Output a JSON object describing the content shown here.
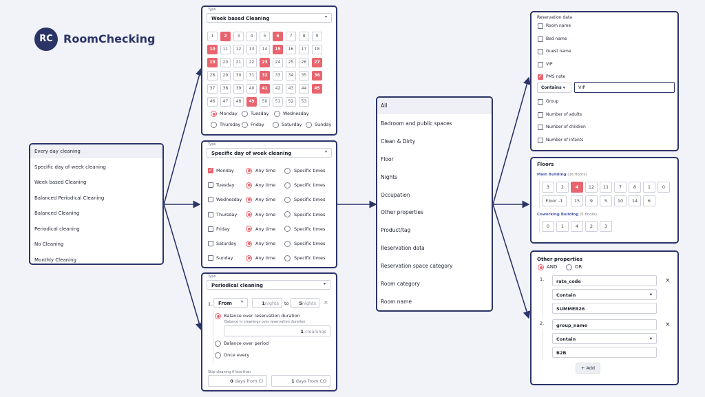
{
  "brand": {
    "initials": "RC",
    "name": "RoomChecking",
    "color": "#2b3467",
    "accent": "#e8646f"
  },
  "types": [
    "Every day cleaning",
    "Specific day of week cleaning",
    "Week based Cleaning",
    "Balanced Periodical Cleaning",
    "Balanced Cleaning",
    "Periodical cleaning",
    "No Cleaning",
    "Monthly Cleaning"
  ],
  "week_panel": {
    "type_label": "Type",
    "type_value": "Week based Cleaning",
    "weeks": [
      "1",
      "2",
      "3",
      "4",
      "5",
      "6",
      "7",
      "8",
      "9",
      "10",
      "11",
      "12",
      "13",
      "14",
      "15",
      "16",
      "17",
      "18",
      "19",
      "20",
      "21",
      "22",
      "23",
      "24",
      "25",
      "26",
      "27",
      "28",
      "29",
      "30",
      "31",
      "32",
      "33",
      "34",
      "35",
      "36",
      "37",
      "38",
      "39",
      "40",
      "41",
      "42",
      "43",
      "44",
      "45",
      "46",
      "47",
      "48",
      "49",
      "50",
      "51",
      "52",
      "53"
    ],
    "selected_weeks": [
      2,
      6,
      10,
      15,
      19,
      23,
      27,
      32,
      36,
      41,
      45,
      49
    ],
    "days": [
      "Monday",
      "Tuesday",
      "Wednesday",
      "Thursday",
      "Friday",
      "Saturday",
      "Sunday"
    ],
    "selected_day": "Monday"
  },
  "dow_panel": {
    "type_label": "Type",
    "type_value": "Specific day of week cleaning",
    "rows": [
      {
        "day": "Monday",
        "checked": true
      },
      {
        "day": "Tuesday",
        "checked": false
      },
      {
        "day": "Wednesday",
        "checked": false
      },
      {
        "day": "Thursday",
        "checked": false
      },
      {
        "day": "Friday",
        "checked": false
      },
      {
        "day": "Saturday",
        "checked": false
      },
      {
        "day": "Sunday",
        "checked": false
      }
    ],
    "any_time": "Any time",
    "specific_times": "Specific times"
  },
  "periodical_panel": {
    "type_label": "Type",
    "type_value": "Periodical cleaning",
    "row_number": "1.",
    "from": "From",
    "from_nights": "1",
    "nights_unit": "nights",
    "to": "to",
    "to_nights": "5",
    "remove": "×",
    "opt_balance_reservation": "Balance over reservation duration",
    "hint": "Balance nr cleanings over reservation duration",
    "cleanings_value": "1",
    "cleanings_unit": "cleanings",
    "opt_balance_period": "Balance over period",
    "opt_once": "Once every",
    "skip_label": "Skip cleaning if less than",
    "ci_value": "0",
    "ci_unit": "days from CI",
    "co_value": "1",
    "co_unit": "days from CO"
  },
  "filters": [
    "All",
    "Bedroom and public spaces",
    "Clean & Dirty",
    "Floor",
    "Nights",
    "Occupation",
    "Other properties",
    "Product/tag",
    "Reservation data",
    "Reservation space category",
    "Room category",
    "Room name"
  ],
  "reservation": {
    "title": "Reservation data",
    "items": [
      {
        "label": "Room name",
        "checked": false
      },
      {
        "label": "Bed name",
        "checked": false
      },
      {
        "label": "Guest name",
        "checked": false
      },
      {
        "label": "VIP",
        "checked": false
      },
      {
        "label": "PMS note",
        "checked": true
      }
    ],
    "contains": "Contains",
    "contains_value": "VIP",
    "items2": [
      {
        "label": "Group",
        "checked": false
      },
      {
        "label": "Number of adults",
        "checked": false
      },
      {
        "label": "Number of children",
        "checked": false
      },
      {
        "label": "Number of infants",
        "checked": false
      }
    ]
  },
  "floors": {
    "title": "Floors",
    "main": "Main Building",
    "main_count": "(16 floors)",
    "main_floors": [
      "3",
      "2",
      "4",
      "12",
      "11",
      "7",
      "8",
      "1",
      "0",
      "Floor -1",
      "15",
      "9",
      "5",
      "10",
      "14",
      "6"
    ],
    "selected": "4",
    "cowork": "Coworking Building",
    "cowork_count": "(5 floors)",
    "cowork_floors": [
      "0",
      "1",
      "4",
      "2",
      "3"
    ]
  },
  "other": {
    "title": "Other properties",
    "and": "AND",
    "or": "OR",
    "selected": "AND",
    "conds": [
      {
        "num": "1.",
        "key": "rate_code",
        "op": "Contain",
        "value": "SUMMER26"
      },
      {
        "num": "2.",
        "key": "group_name",
        "op": "Contain",
        "value": "B2B"
      }
    ],
    "remove": "×",
    "add": "Add"
  }
}
